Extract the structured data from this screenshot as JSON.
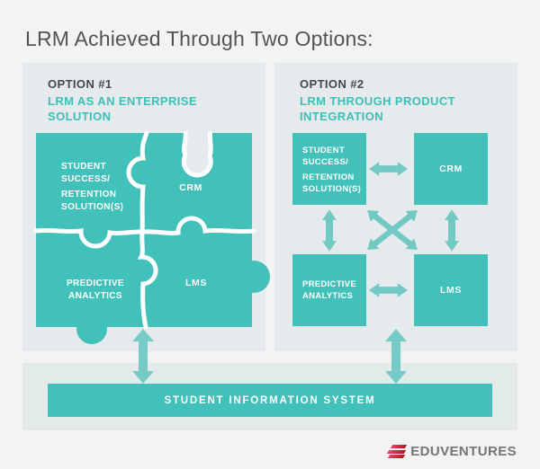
{
  "page": {
    "title": "LRM Achieved Through Two Options:"
  },
  "colors": {
    "teal": "#41C1B9",
    "arrow_teal": "#72C8C3",
    "panel_bg": "#E5EBEC",
    "bottom_panel_bg": "#E2EAEA",
    "page_bg": "#F2F3F3",
    "heading_gray": "#45484C",
    "subheading_teal": "#3BBFB8",
    "title_gray": "#515356",
    "logo_red": "#C8202F",
    "logo_text_gray": "#747578"
  },
  "option1": {
    "heading": "OPTION #1",
    "subheading": "LRM AS AN ENTERPRISE SOLUTION",
    "pieces": {
      "student_success": {
        "lines": [
          "STUDENT",
          "SUCCESS/",
          "RETENTION",
          "SOLUTION(S)"
        ]
      },
      "crm": {
        "label": "CRM"
      },
      "predictive_analytics": {
        "lines": [
          "PREDICTIVE",
          "ANALYTICS"
        ]
      },
      "lms": {
        "label": "LMS"
      }
    }
  },
  "option2": {
    "heading": "OPTION #2",
    "subheading": "LRM THROUGH PRODUCT INTEGRATION",
    "boxes": {
      "student_success": {
        "lines": [
          "STUDENT",
          "SUCCESS/",
          "RETENTION",
          "SOLUTION(S)"
        ]
      },
      "crm": {
        "label": "CRM"
      },
      "predictive_analytics": {
        "lines": [
          "PREDICTIVE",
          "ANALYTICS"
        ]
      },
      "lms": {
        "label": "LMS"
      }
    }
  },
  "sis_bar": {
    "label": "STUDENT INFORMATION SYSTEM"
  },
  "footer": {
    "logo_text": "EDUVENTURES"
  }
}
